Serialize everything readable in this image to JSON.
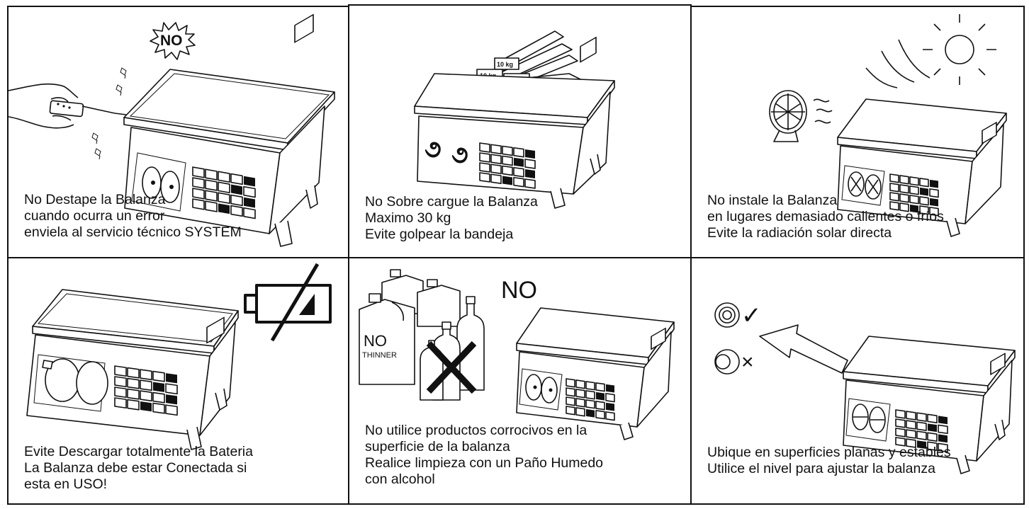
{
  "panels": [
    {
      "lines": [
        "No Destape la Balanza",
        "cuando ocurra un error",
        "enviela al servicio técnico SYSTEM"
      ],
      "badge": "NO",
      "icons": [
        "hand-screwdriver-icon",
        "scale-icon"
      ]
    },
    {
      "lines": [
        "No Sobre cargue la Balanza",
        "Maximo 30 kg",
        "Evite golpear la bandeja"
      ],
      "box_label": "10 kg",
      "icons": [
        "weight-boxes-icon",
        "scale-icon"
      ]
    },
    {
      "lines": [
        "No instale la Balanza",
        "en lugares demasiado calientes o fríos",
        "Evite la radiación solar directa"
      ],
      "icons": [
        "fan-icon",
        "sun-icon",
        "scale-icon"
      ]
    },
    {
      "lines": [
        "Evite Descargar totalmente la Bateria",
        "La Balanza debe estar Conectada si",
        "esta en USO!"
      ],
      "icons": [
        "battery-crossed-icon",
        "scale-icon"
      ]
    },
    {
      "lines": [
        "No utilice productos corrocivos en la",
        "superficie de la balanza",
        "Realice limpieza con un Paño Humedo",
        "con alcohol"
      ],
      "big_no": "NO",
      "jug_label_1": "NO",
      "jug_label_2": "THINNER",
      "icons": [
        "chemical-bottles-icon",
        "cross-mark-icon",
        "scale-icon"
      ]
    },
    {
      "lines": [
        "Ubique en superficies planas y estables",
        "Utilice el nivel para ajustar la balanza"
      ],
      "marks": [
        "✓",
        "×"
      ],
      "icons": [
        "level-bubble-icon",
        "arrow-icon",
        "scale-icon"
      ]
    }
  ]
}
